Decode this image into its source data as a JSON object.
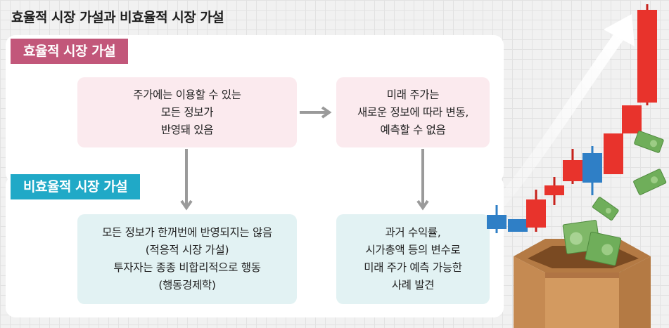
{
  "title": "효율적 시장 가설과 비효율적 시장 가설",
  "sections": {
    "efficient": {
      "label": "효율적 시장 가설",
      "box_left": [
        "주가에는 이용할 수 있는",
        "모든 정보가",
        "반영돼 있음"
      ],
      "box_right": [
        "미래 주가는",
        "새로운 정보에 따라 변동,",
        "예측할 수 없음"
      ]
    },
    "inefficient": {
      "label": "비효율적 시장 가설",
      "box_left": [
        "모든 정보가 한꺼번에 반영되지는 않음",
        "(적응적 시장 가설)",
        "투자자는 종종 비합리적으로 행동",
        "(행동경제학)"
      ],
      "box_right": [
        "과거 수익률,",
        "시가총액 등의 변수로",
        "미래 주가 예측 가능한",
        "사례 발견"
      ]
    }
  },
  "colors": {
    "efficient_label": "#c2577a",
    "inefficient_label": "#20a9c7",
    "efficient_box": "#fbeaee",
    "inefficient_box": "#e2f2f3",
    "arrow": "#9a9a9a",
    "candle_red": "#e8332c",
    "candle_blue": "#2f7fc6"
  }
}
